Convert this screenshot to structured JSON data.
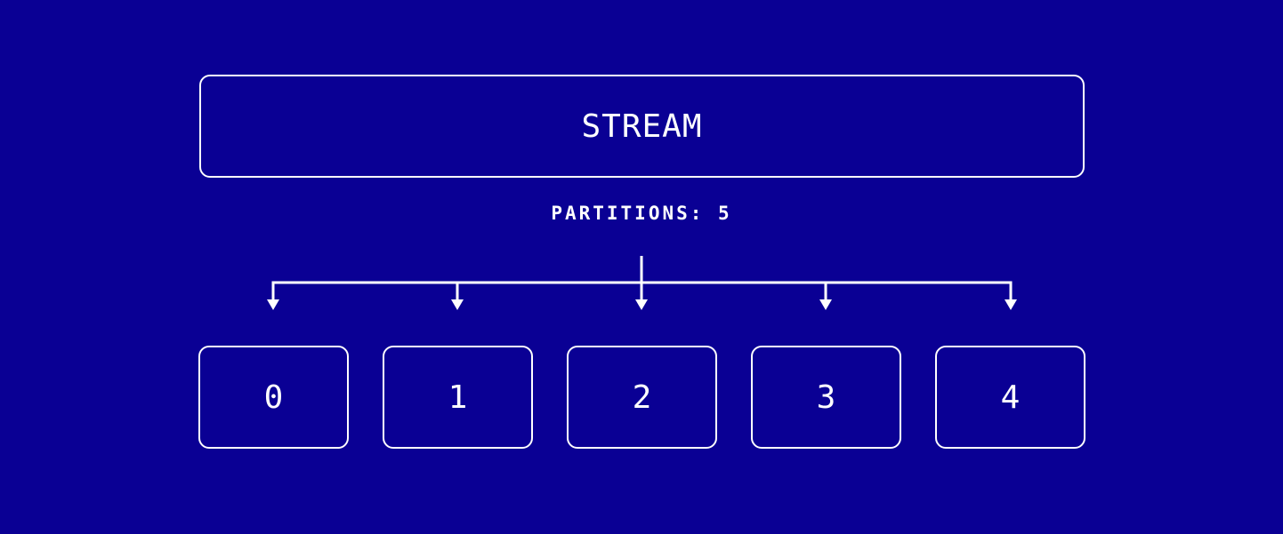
{
  "stream": {
    "label": "STREAM"
  },
  "partitions": {
    "label": "PARTITIONS: 5",
    "items": [
      "0",
      "1",
      "2",
      "3",
      "4"
    ]
  },
  "colors": {
    "background": "#0a0094",
    "foreground": "#ffffff"
  }
}
